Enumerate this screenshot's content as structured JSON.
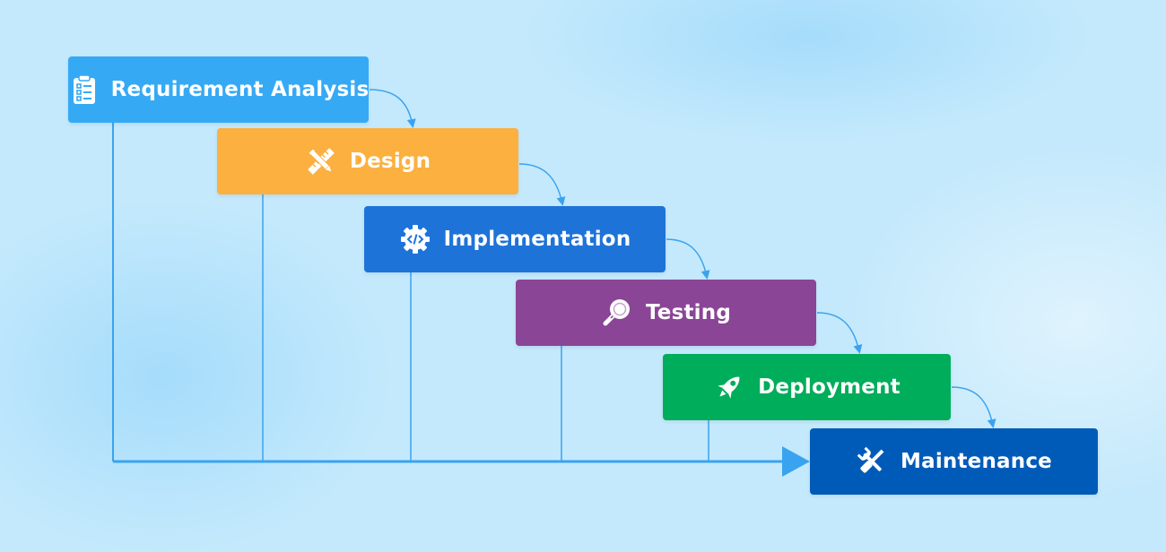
{
  "diagram": {
    "steps": [
      {
        "id": "requirement-analysis",
        "label": "Requirement Analysis",
        "icon": "clipboard-checklist-icon",
        "color": "#36a9f5"
      },
      {
        "id": "design",
        "label": "Design",
        "icon": "pencil-ruler-icon",
        "color": "#fbb040"
      },
      {
        "id": "implementation",
        "label": "Implementation",
        "icon": "code-gear-icon",
        "color": "#1e73d8"
      },
      {
        "id": "testing",
        "label": "Testing",
        "icon": "magnifier-icon",
        "color": "#8b4596"
      },
      {
        "id": "deployment",
        "label": "Deployment",
        "icon": "rocket-icon",
        "color": "#00ad5b"
      },
      {
        "id": "maintenance",
        "label": "Maintenance",
        "icon": "wrench-screwdriver-icon",
        "color": "#005bb8"
      }
    ],
    "colors": {
      "background": "#c4e9fc",
      "connector": "#3aa3f0",
      "baseline_arrow": "#3aa3f0"
    }
  }
}
